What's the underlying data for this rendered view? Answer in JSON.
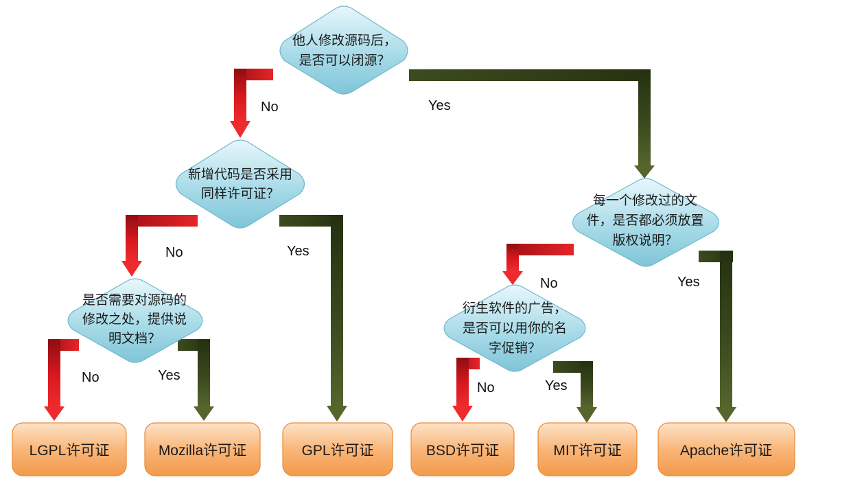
{
  "questions": {
    "q1": {
      "lines": [
        "他人修改源码后，",
        "是否可以闭源？"
      ]
    },
    "q2": {
      "lines": [
        "新增代码是否采用",
        "同样许可证？"
      ]
    },
    "q3": {
      "lines": [
        "是否需要对源码的",
        "修改之处，提供说",
        "明文档？"
      ]
    },
    "q4": {
      "lines": [
        "每一个修改过的文",
        "件，是否都必须放置",
        "版权说明？"
      ]
    },
    "q5": {
      "lines": [
        "衍生软件的广告，",
        "是否可以用你的名",
        "字促销？"
      ]
    }
  },
  "labels": {
    "no": "No",
    "yes": "Yes"
  },
  "results": {
    "lgpl": "LGPL许可证",
    "mozilla": "Mozilla许可证",
    "gpl": "GPL许可证",
    "bsd": "BSD许可证",
    "mit": "MIT许可证",
    "apache": "Apache许可证"
  },
  "colors": {
    "no_arrow": "#c8141c",
    "yes_arrow": "#3f4d22",
    "diamond_fill": "#9fd6e4",
    "result_fill": "#f7a860"
  }
}
